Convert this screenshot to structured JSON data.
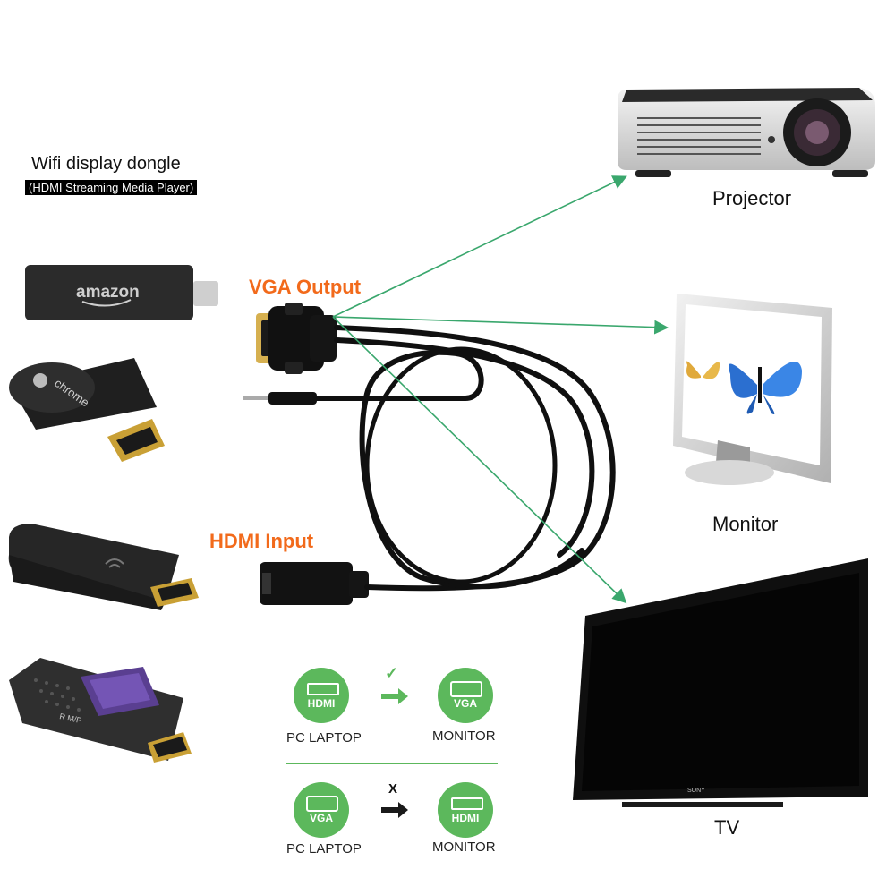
{
  "dongle": {
    "title": "Wifi display dongle",
    "subtitle": "(HDMI Streaming Media Player)"
  },
  "sources": [
    {
      "brand": "amazon"
    },
    {
      "brand": "chrome"
    },
    {
      "brand": ""
    },
    {
      "brand": "R M/F"
    }
  ],
  "cable": {
    "vga_label": "VGA Output",
    "hdmi_label": "HDMI Input"
  },
  "outputs": {
    "projector": "Projector",
    "monitor": "Monitor",
    "tv": "TV",
    "tv_brand": "SONY"
  },
  "compat": {
    "row1": {
      "from_icon": "HDMI",
      "to_icon": "VGA",
      "from_label": "PC LAPTOP",
      "to_label": "MONITOR",
      "mark": "✓"
    },
    "row2": {
      "from_icon": "VGA",
      "to_icon": "HDMI",
      "from_label": "PC LAPTOP",
      "to_label": "MONITOR",
      "mark": "X"
    }
  },
  "colors": {
    "orange": "#f26a1b",
    "green": "#5cb85c",
    "arrow": "#3aa76d"
  }
}
